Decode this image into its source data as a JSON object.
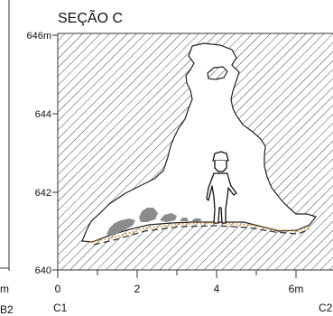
{
  "section": {
    "title": "SEÇÃO C",
    "start_label": "C1",
    "end_label": "C2",
    "prev_panel": {
      "unit_fragment": "m",
      "label_fragment": "B2"
    }
  },
  "axes": {
    "y_unit": "m",
    "y_ticks": [
      "646m",
      "644",
      "642",
      "640"
    ],
    "x_ticks": [
      "0",
      "2",
      "4",
      "6m"
    ]
  },
  "colors": {
    "rock_hatch": "#444444",
    "cave_outline": "#222222",
    "floor_sediment": "#e08a2c",
    "boulders": "#8c8c8c"
  },
  "icons": [
    "person-scale-icon",
    "rock-hatch-pattern",
    "floor-deposit",
    "boulder-deposit"
  ]
}
